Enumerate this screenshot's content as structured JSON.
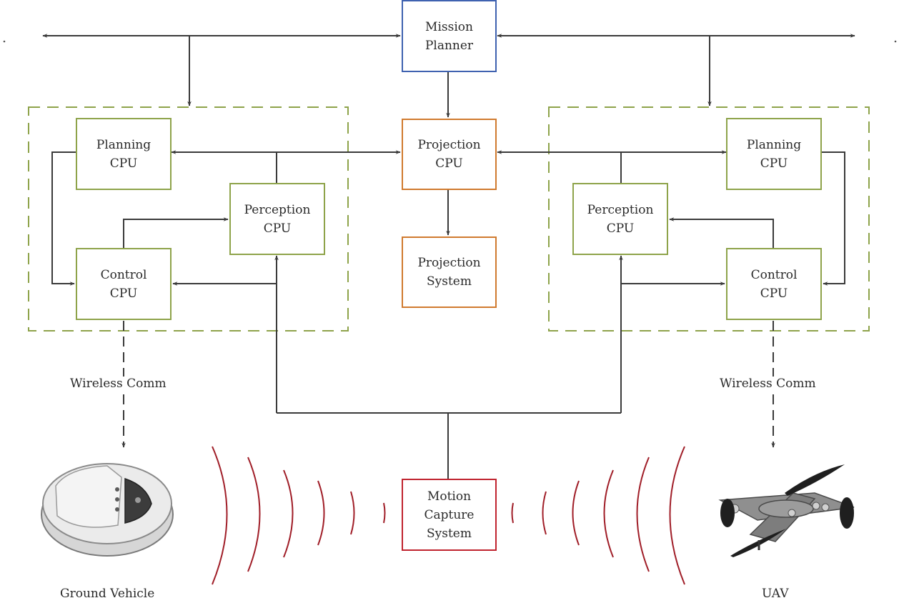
{
  "blocks": {
    "mission_planner": [
      "Mission",
      "Planner"
    ],
    "projection_cpu": [
      "Projection",
      "CPU"
    ],
    "projection_system": [
      "Projection",
      "System"
    ],
    "motion_capture": [
      "Motion",
      "Capture",
      "System"
    ],
    "planning_cpu": [
      "Planning",
      "CPU"
    ],
    "perception_cpu": [
      "Perception",
      "CPU"
    ],
    "control_cpu": [
      "Control",
      "CPU"
    ]
  },
  "labels": {
    "wireless_comm": "Wireless Comm",
    "ground_vehicle": "Ground Vehicle",
    "uav": "UAV"
  },
  "colors": {
    "mission": "#3f62b0",
    "projection": "#d07a2e",
    "onboard": "#8ea34a",
    "motion_capture": "#c0232e",
    "arrows": "#3a3a3a"
  }
}
